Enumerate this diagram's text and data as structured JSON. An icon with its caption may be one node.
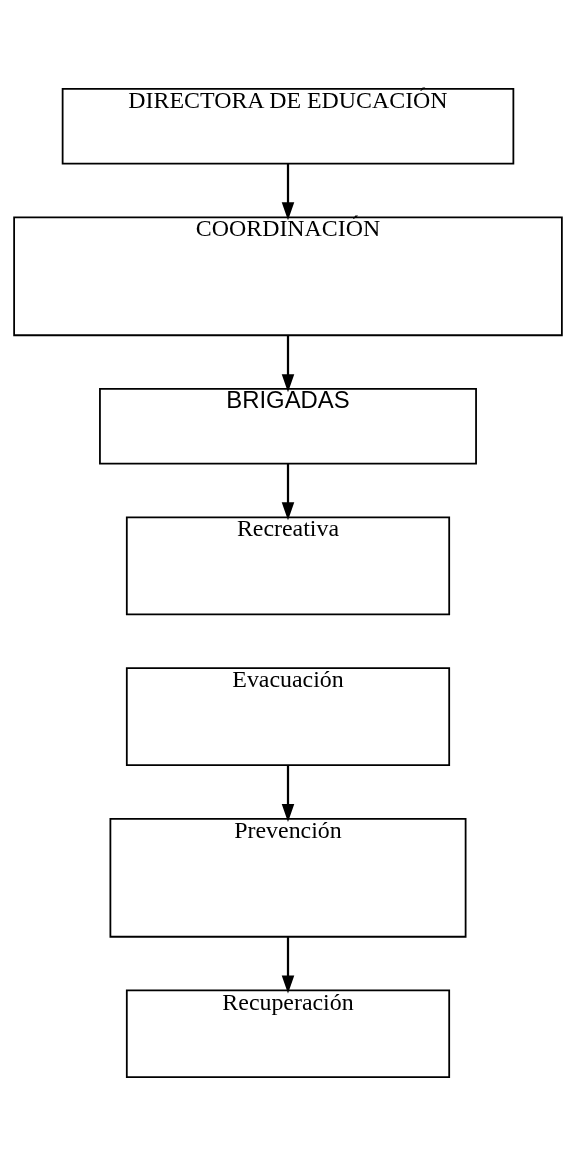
{
  "diagram": {
    "nodes": [
      {
        "text": [
          "DIRECTORA DE EDUCACIÓN"
        ]
      },
      {
        "text": [
          "COORDINACIÓN"
        ]
      },
      {
        "text": [
          "BRIGADAS"
        ]
      },
      {
        "text": [
          "Recreativa"
        ]
      },
      {
        "text": [
          "Evacuación"
        ]
      },
      {
        "text": [
          "Prevención"
        ]
      },
      {
        "text": [
          "Recuperación"
        ]
      }
    ],
    "edges": [
      {
        "from": 0,
        "to": 1,
        "arrow": "to"
      },
      {
        "from": 1,
        "to": 2,
        "arrow": "to"
      },
      {
        "from": 2,
        "to": 3,
        "arrow": "to"
      },
      {
        "from": 4,
        "to": 5,
        "arrow": "to"
      },
      {
        "from": 5,
        "to": 6,
        "arrow": "to"
      }
    ]
  }
}
